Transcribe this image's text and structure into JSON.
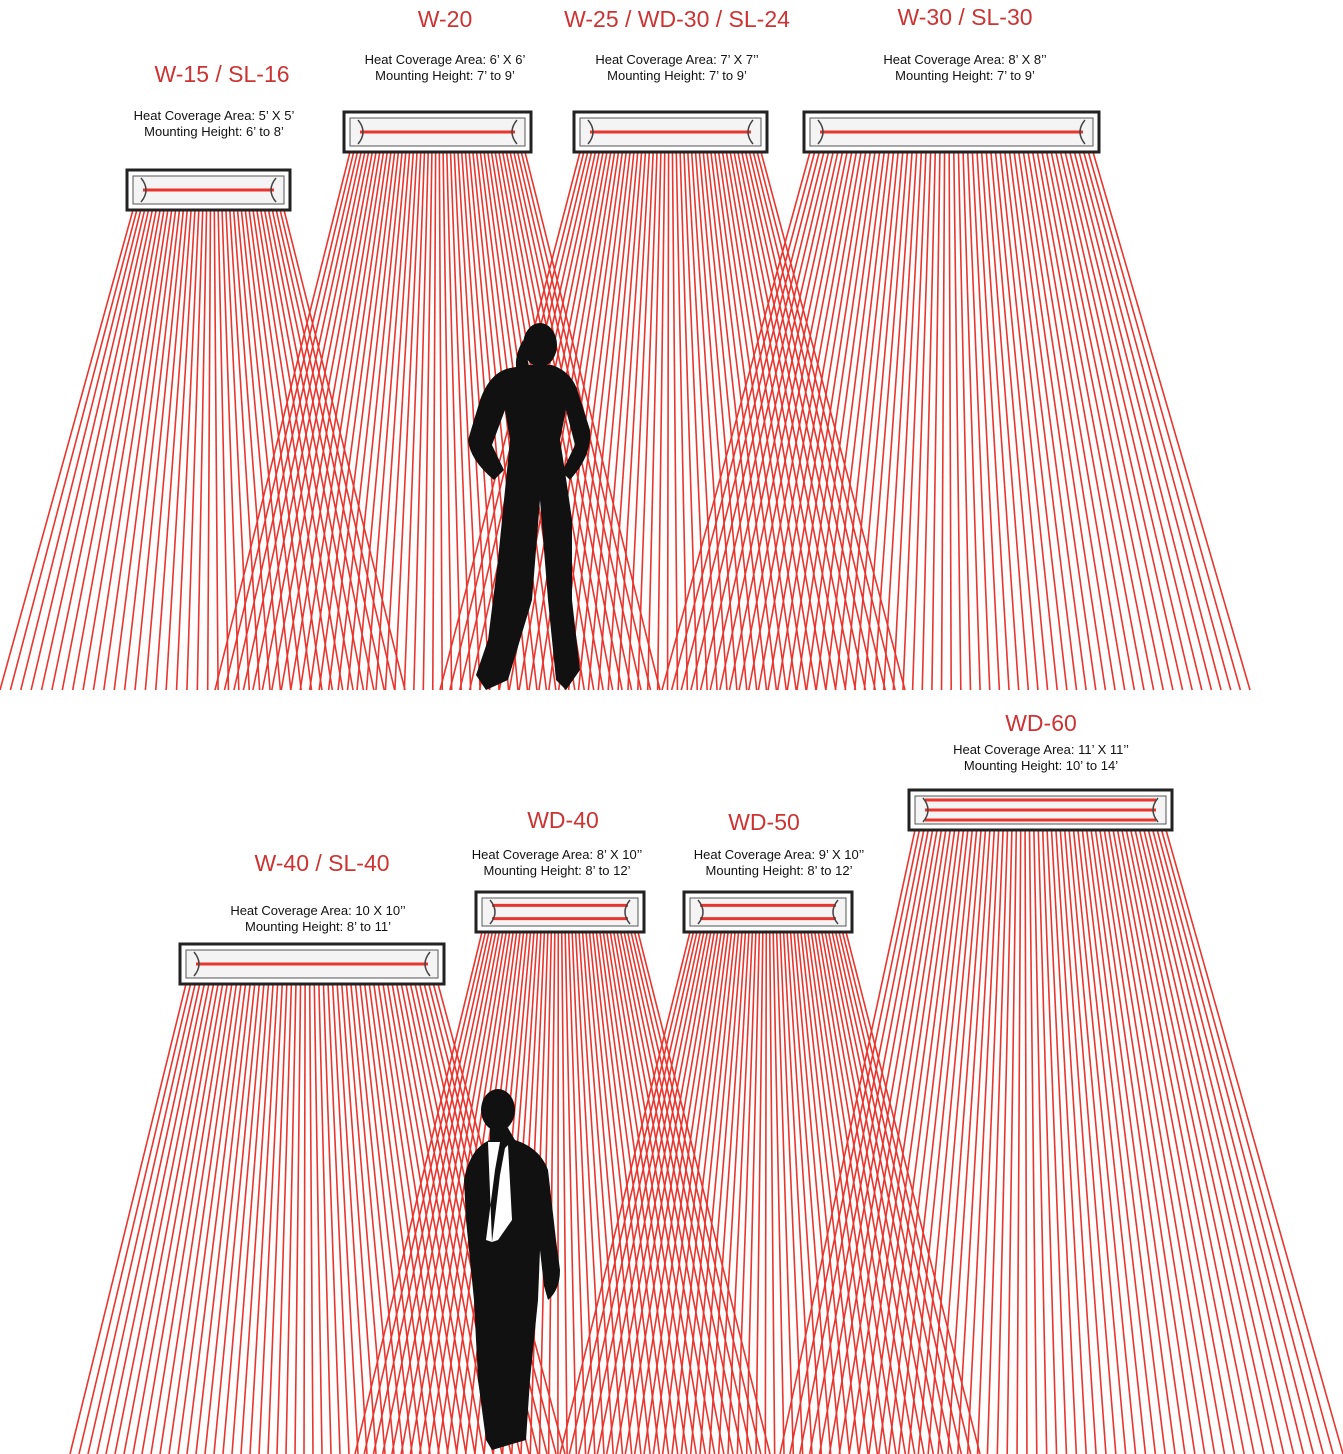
{
  "heaters": [
    {
      "id": "w15",
      "model": "W-15 / SL-16",
      "coverage": "Heat Coverage Area: 5’ X 5’",
      "mounting": "Mounting Height: 6’ to 8’",
      "tubes": 1
    },
    {
      "id": "w20",
      "model": "W-20",
      "coverage": "Heat Coverage Area: 6’ X 6’",
      "mounting": "Mounting Height: 7’ to 9’",
      "tubes": 1
    },
    {
      "id": "w25",
      "model": "W-25 / WD-30 / SL-24",
      "coverage": "Heat Coverage Area: 7’ X 7’’",
      "mounting": "Mounting Height: 7’ to 9’",
      "tubes": 1
    },
    {
      "id": "w30",
      "model": "W-30 / SL-30",
      "coverage": "Heat Coverage Area: 8’ X 8’’",
      "mounting": "Mounting Height: 7’ to 9’",
      "tubes": 1
    },
    {
      "id": "w40",
      "model": "W-40 / SL-40",
      "coverage": "Heat Coverage Area: 10 X 10’’",
      "mounting": "Mounting Height: 8’ to 11’",
      "tubes": 1
    },
    {
      "id": "wd40",
      "model": "WD-40",
      "coverage": "Heat Coverage Area: 8’ X 10’’",
      "mounting": "Mounting Height: 8’ to 12’",
      "tubes": 2
    },
    {
      "id": "wd50",
      "model": "WD-50",
      "coverage": "Heat Coverage Area: 9’ X 10’’",
      "mounting": "Mounting Height: 8’ to 12’",
      "tubes": 2
    },
    {
      "id": "wd60",
      "model": "WD-60",
      "coverage": "Heat Coverage Area: 11’ X 11’’",
      "mounting": "Mounting Height: 10’ to 14’",
      "tubes": 3
    }
  ],
  "colors": {
    "beam": "#e8362f",
    "title": "#cc3333",
    "text": "#111111",
    "housing": "#222222",
    "silhouette": "#111111"
  },
  "figures": [
    "woman-silhouette",
    "businessman-silhouette"
  ]
}
